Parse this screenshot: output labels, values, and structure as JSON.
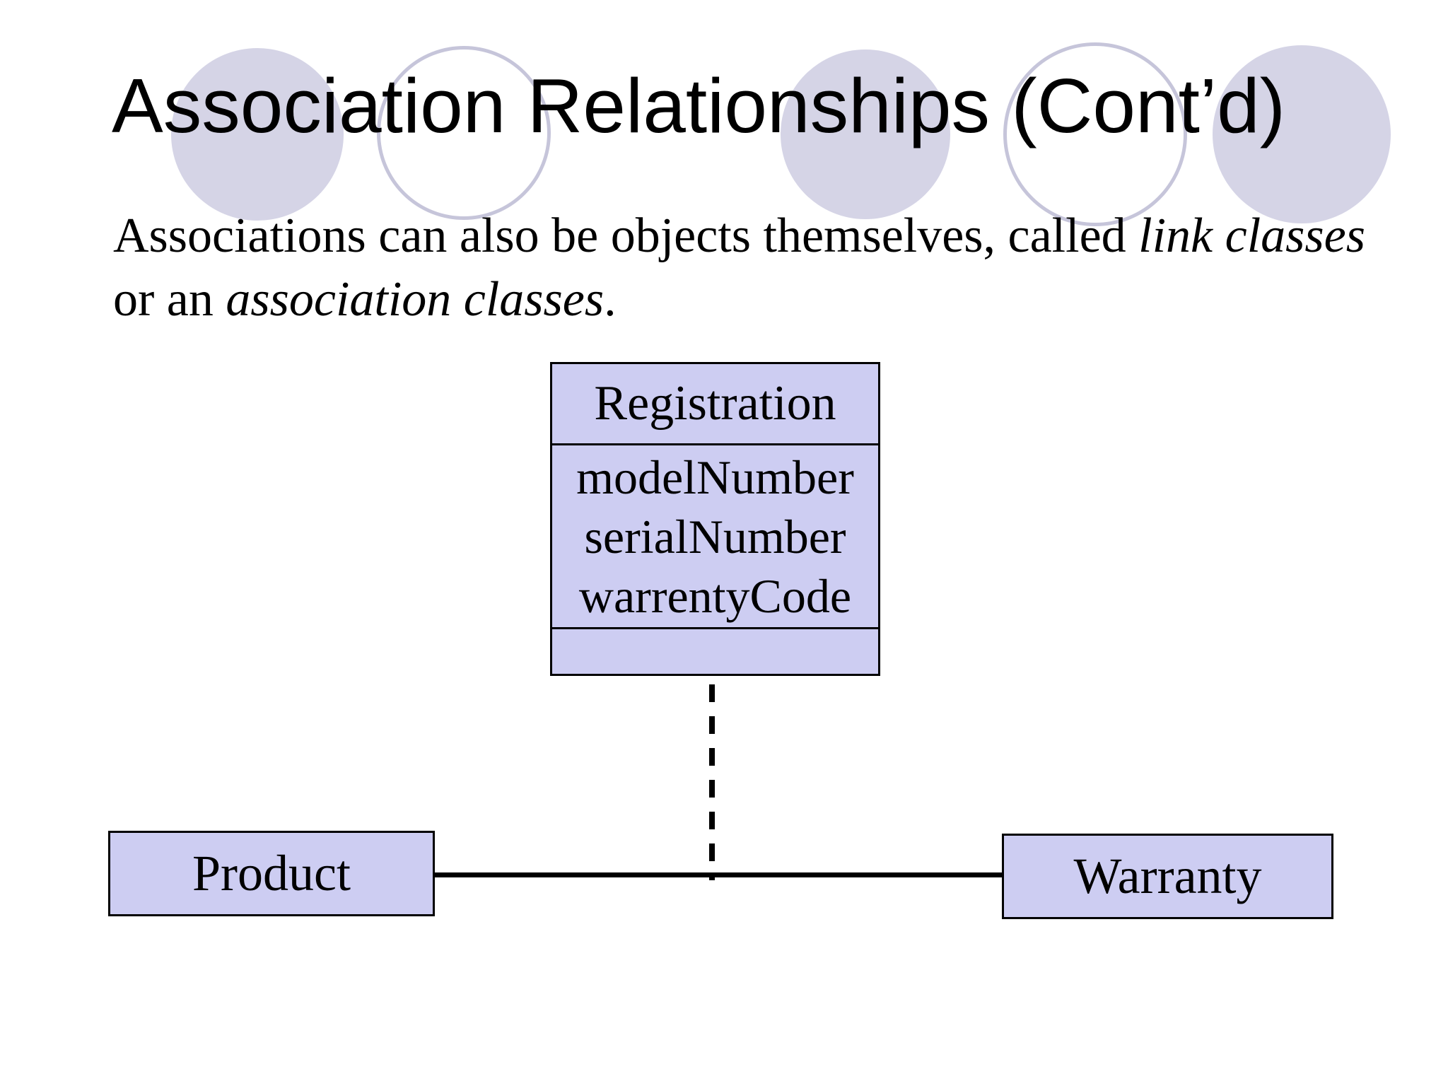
{
  "slide_title": "Association Relationships (Cont’d)",
  "body": {
    "line1_regular": "Associations can also be objects themselves, called ",
    "line1_italic": "link classes",
    "line2_regular": "or an ",
    "line2_italic": "association classes",
    "line2_suffix": "."
  },
  "uml": {
    "link_class": {
      "name": "Registration",
      "attributes": [
        "modelNumber",
        "serialNumber",
        "warrentyCode"
      ]
    },
    "left_class": {
      "name": "Product"
    },
    "right_class": {
      "name": "Warranty"
    }
  },
  "colors": {
    "background": "#ffffff",
    "box_fill": "#cdcdf2",
    "box_border": "#000000",
    "circle_fill": "#d5d4e6",
    "circle_stroke": "#c6c5da",
    "connector": "#000000",
    "text": "#000000"
  }
}
